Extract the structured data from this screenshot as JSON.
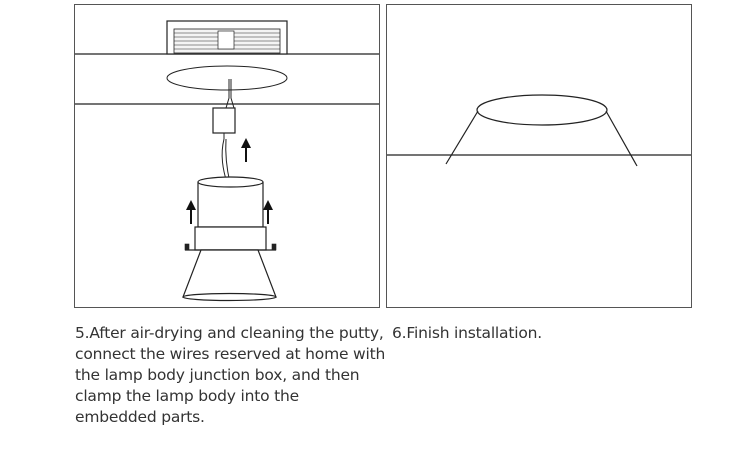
{
  "steps": [
    {
      "lines": [
        "5.After air-drying and cleaning the putty,",
        "connect the wires reserved at home with",
        "the lamp body junction box, and then",
        "clamp the lamp body into the",
        "embedded parts."
      ]
    },
    {
      "lines": [
        "6.Finish installation."
      ]
    }
  ],
  "colors": {
    "line": "#1a1a1a",
    "frame": "#555555",
    "text": "#333333"
  }
}
